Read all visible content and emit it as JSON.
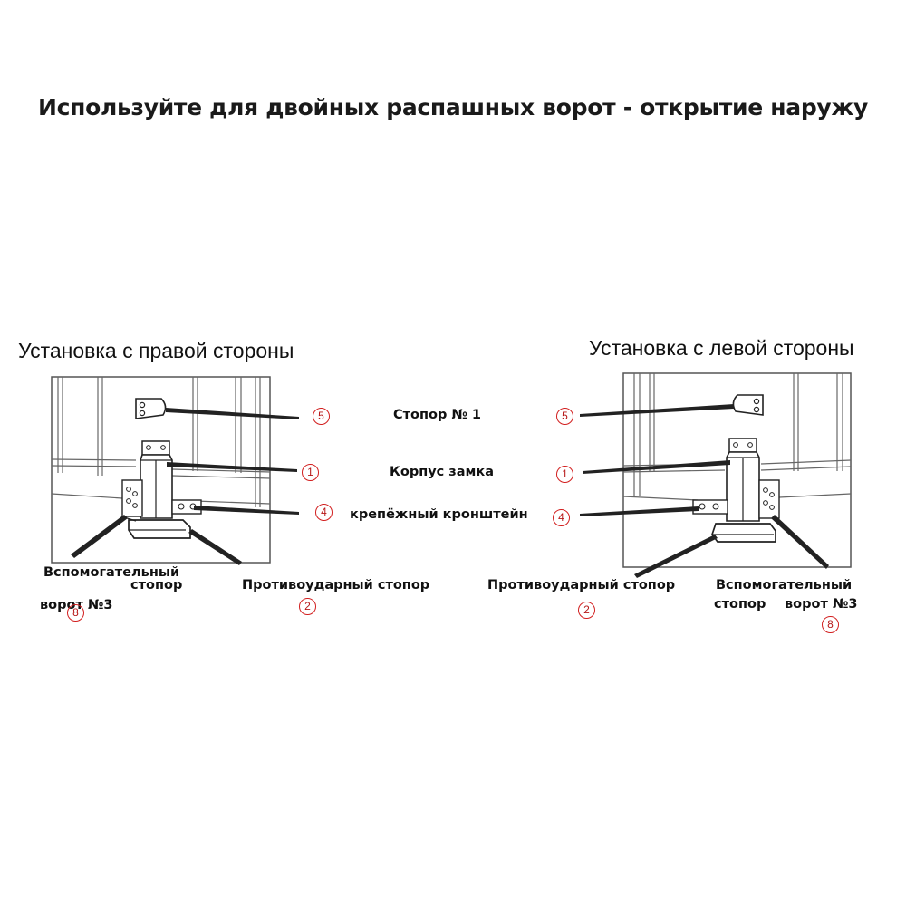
{
  "title": "Используйте для двойных распашных ворот - открытие наружу",
  "right_install": {
    "caption": "Установка с правой стороны",
    "aux_stop_line1": "Вспомогательный",
    "aux_stop_line2": "стопор",
    "aux_gate_label": "ворот №3",
    "anti_shock_label": "Противоударный стопор"
  },
  "left_install": {
    "caption": "Установка с левой стороны",
    "aux_stop_line1": "Вспомогательный",
    "aux_stop_label": "стопор",
    "aux_gate_label": "ворот №3",
    "anti_shock_label": "Противоударный стопор"
  },
  "center_labels": {
    "stopper1": "Стопор № 1",
    "lock_body": "Корпус замка",
    "bracket": "крепёжный кронштейн"
  },
  "callouts": {
    "n5": "5",
    "n1": "1",
    "n4": "4",
    "n2": "2",
    "n8": "8"
  },
  "colors": {
    "callout_red": "#d21f1f",
    "text": "#111111",
    "line": "#222222"
  }
}
